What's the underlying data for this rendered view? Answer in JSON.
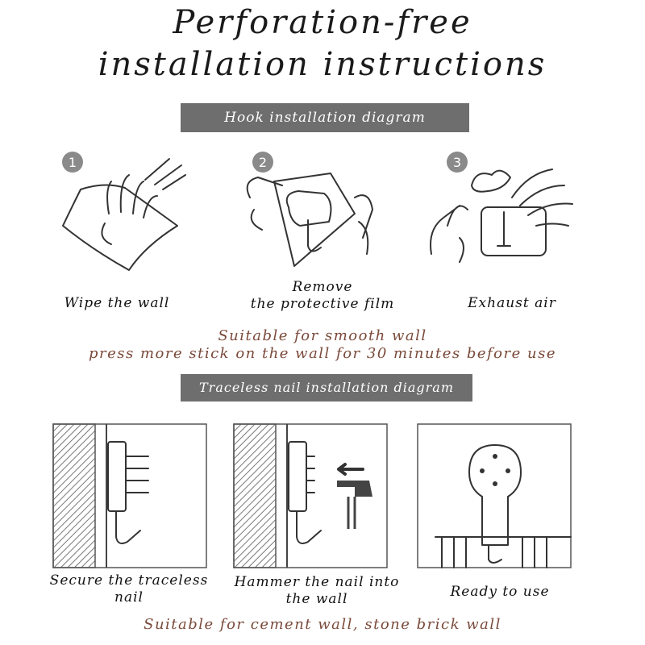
{
  "title": {
    "line1": "Perforation-free",
    "line2": "installation instructions"
  },
  "hook_section": {
    "banner": "Hook installation diagram",
    "steps": [
      {
        "number": "1",
        "caption_lines": [
          "Wipe the wall"
        ],
        "icon": "hand-wiping-cloth-icon"
      },
      {
        "number": "2",
        "caption_lines": [
          "Remove",
          "the protective film"
        ],
        "icon": "hands-peeling-film-icon"
      },
      {
        "number": "3",
        "caption_lines": [
          "Exhaust air"
        ],
        "icon": "hand-pressing-hook-icon"
      }
    ],
    "note_lines": [
      "Suitable for smooth wall",
      "press more stick on the wall for 30 minutes before use"
    ]
  },
  "nail_section": {
    "banner": "Traceless nail installation diagram",
    "steps": [
      {
        "caption_lines": [
          "Secure the traceless",
          "nail"
        ],
        "icon": "wall-bracket-icon"
      },
      {
        "caption_lines": [
          "Hammer the nail into",
          "the wall"
        ],
        "icon": "hammer-icon"
      },
      {
        "caption_lines": [
          "Ready to use"
        ],
        "icon": "mounted-hook-icon"
      }
    ],
    "note": "Suitable for cement wall, stone brick wall"
  },
  "colors": {
    "banner_bg": "#6e6e6e",
    "note_text": "#7a4a3a",
    "line": "#333333"
  }
}
